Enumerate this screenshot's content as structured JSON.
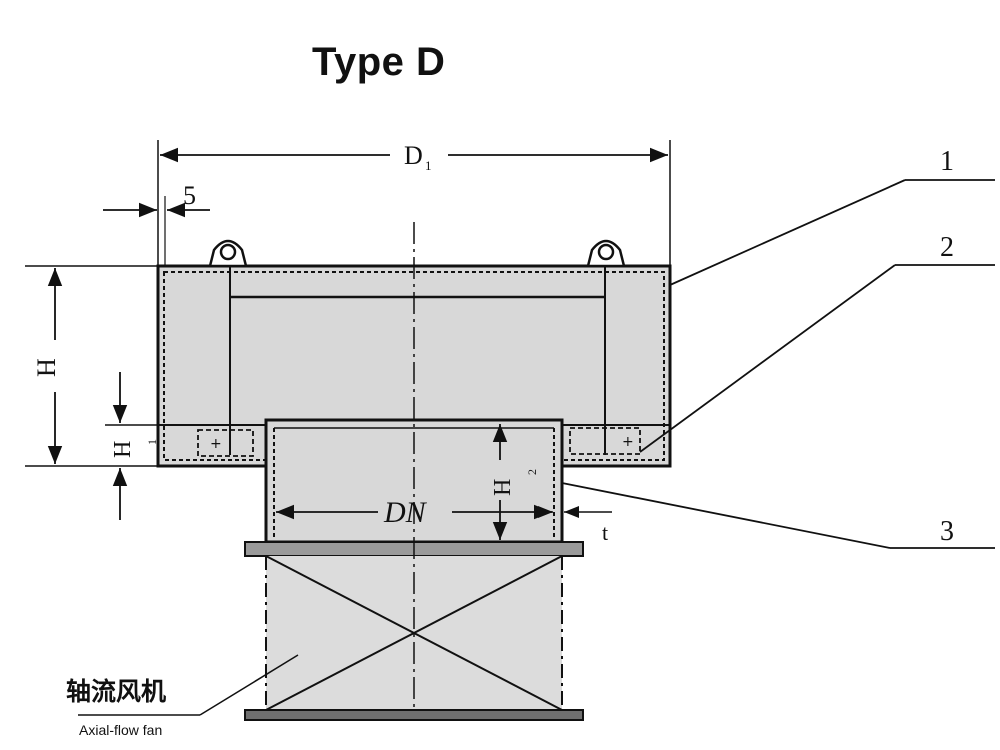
{
  "title": "Type D",
  "labels": {
    "D1": "D",
    "D1_sub": "1",
    "five": "5",
    "H": "H",
    "H1": "H",
    "H1_sub": "1",
    "H2": "H",
    "H2_sub": "2",
    "DN": "DN",
    "t": "t",
    "part1": "1",
    "part2": "2",
    "part3": "3"
  },
  "fan": {
    "label_cn": "轴流风机",
    "label_en": "Axial-flow fan"
  },
  "colors": {
    "fill": "#d7d7d7",
    "line": "#111111",
    "insulation": "#ffffff"
  }
}
